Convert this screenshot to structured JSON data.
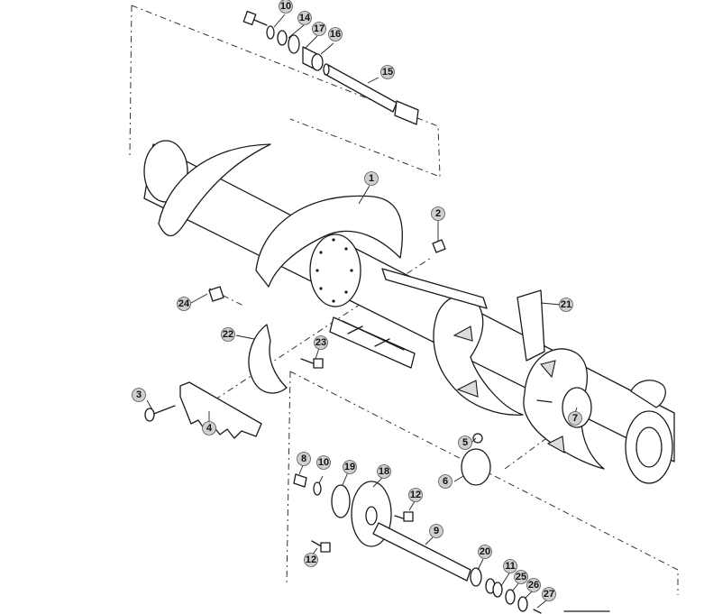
{
  "diagram": {
    "callouts": [
      {
        "id": "c1",
        "label": "1"
      },
      {
        "id": "c2",
        "label": "2"
      },
      {
        "id": "c3",
        "label": "3"
      },
      {
        "id": "c4",
        "label": "4"
      },
      {
        "id": "c5",
        "label": "5"
      },
      {
        "id": "c6",
        "label": "6"
      },
      {
        "id": "c7",
        "label": "7"
      },
      {
        "id": "c8",
        "label": "8"
      },
      {
        "id": "c9",
        "label": "9"
      },
      {
        "id": "c10a",
        "label": "10"
      },
      {
        "id": "c10b",
        "label": "10"
      },
      {
        "id": "c11",
        "label": "11"
      },
      {
        "id": "c12a",
        "label": "12"
      },
      {
        "id": "c12b",
        "label": "12"
      },
      {
        "id": "c14",
        "label": "14"
      },
      {
        "id": "c15",
        "label": "15"
      },
      {
        "id": "c16",
        "label": "16"
      },
      {
        "id": "c17",
        "label": "17"
      },
      {
        "id": "c18",
        "label": "18"
      },
      {
        "id": "c19",
        "label": "19"
      },
      {
        "id": "c20",
        "label": "20"
      },
      {
        "id": "c21",
        "label": "21"
      },
      {
        "id": "c22",
        "label": "22"
      },
      {
        "id": "c23",
        "label": "23"
      },
      {
        "id": "c24",
        "label": "24"
      },
      {
        "id": "c25",
        "label": "25"
      },
      {
        "id": "c26",
        "label": "26"
      },
      {
        "id": "c27",
        "label": "27"
      }
    ]
  }
}
